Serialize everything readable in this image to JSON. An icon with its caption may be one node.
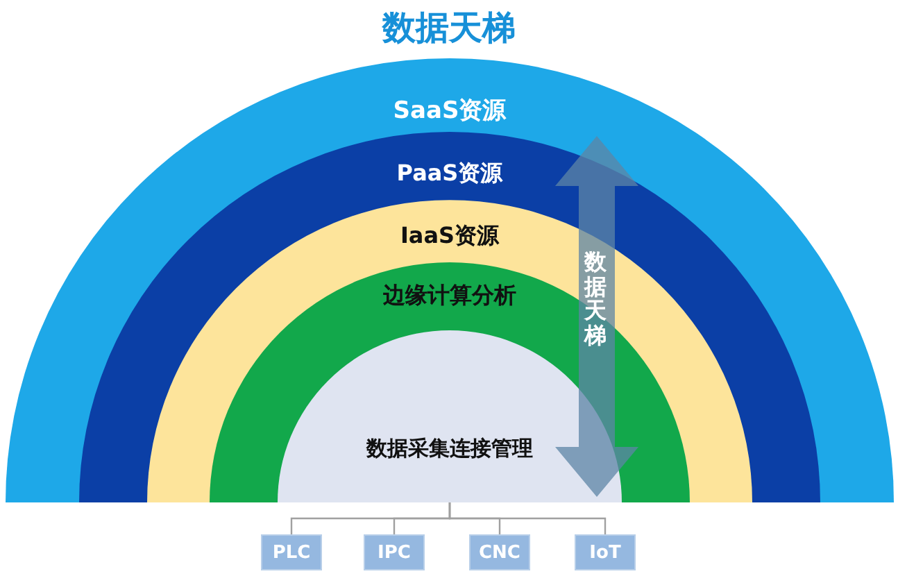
{
  "diagram": {
    "title": "数据天梯",
    "nodes": [
      {
        "text": [
          "SaaS资源"
        ]
      },
      {
        "text": [
          "PaaS资源"
        ],
        "in": 0
      },
      {
        "text": [
          "IaaS资源"
        ],
        "in": 1
      },
      {
        "text": [
          "边缘计算分析"
        ],
        "in": 2
      },
      {
        "text": [
          "数据采集连接管理"
        ],
        "in": 3
      },
      {
        "text": [
          "PLC"
        ]
      },
      {
        "text": [
          "IPC"
        ]
      },
      {
        "text": [
          "CNC"
        ]
      },
      {
        "text": [
          "IoT"
        ]
      }
    ],
    "edges": [
      {
        "from": 4,
        "to": 5,
        "arrow": "none"
      },
      {
        "from": 4,
        "to": 6,
        "arrow": "none"
      },
      {
        "from": 4,
        "to": 7,
        "arrow": "none"
      },
      {
        "from": 4,
        "to": 8,
        "arrow": "none"
      }
    ],
    "labels": [
      "数据天梯"
    ]
  }
}
